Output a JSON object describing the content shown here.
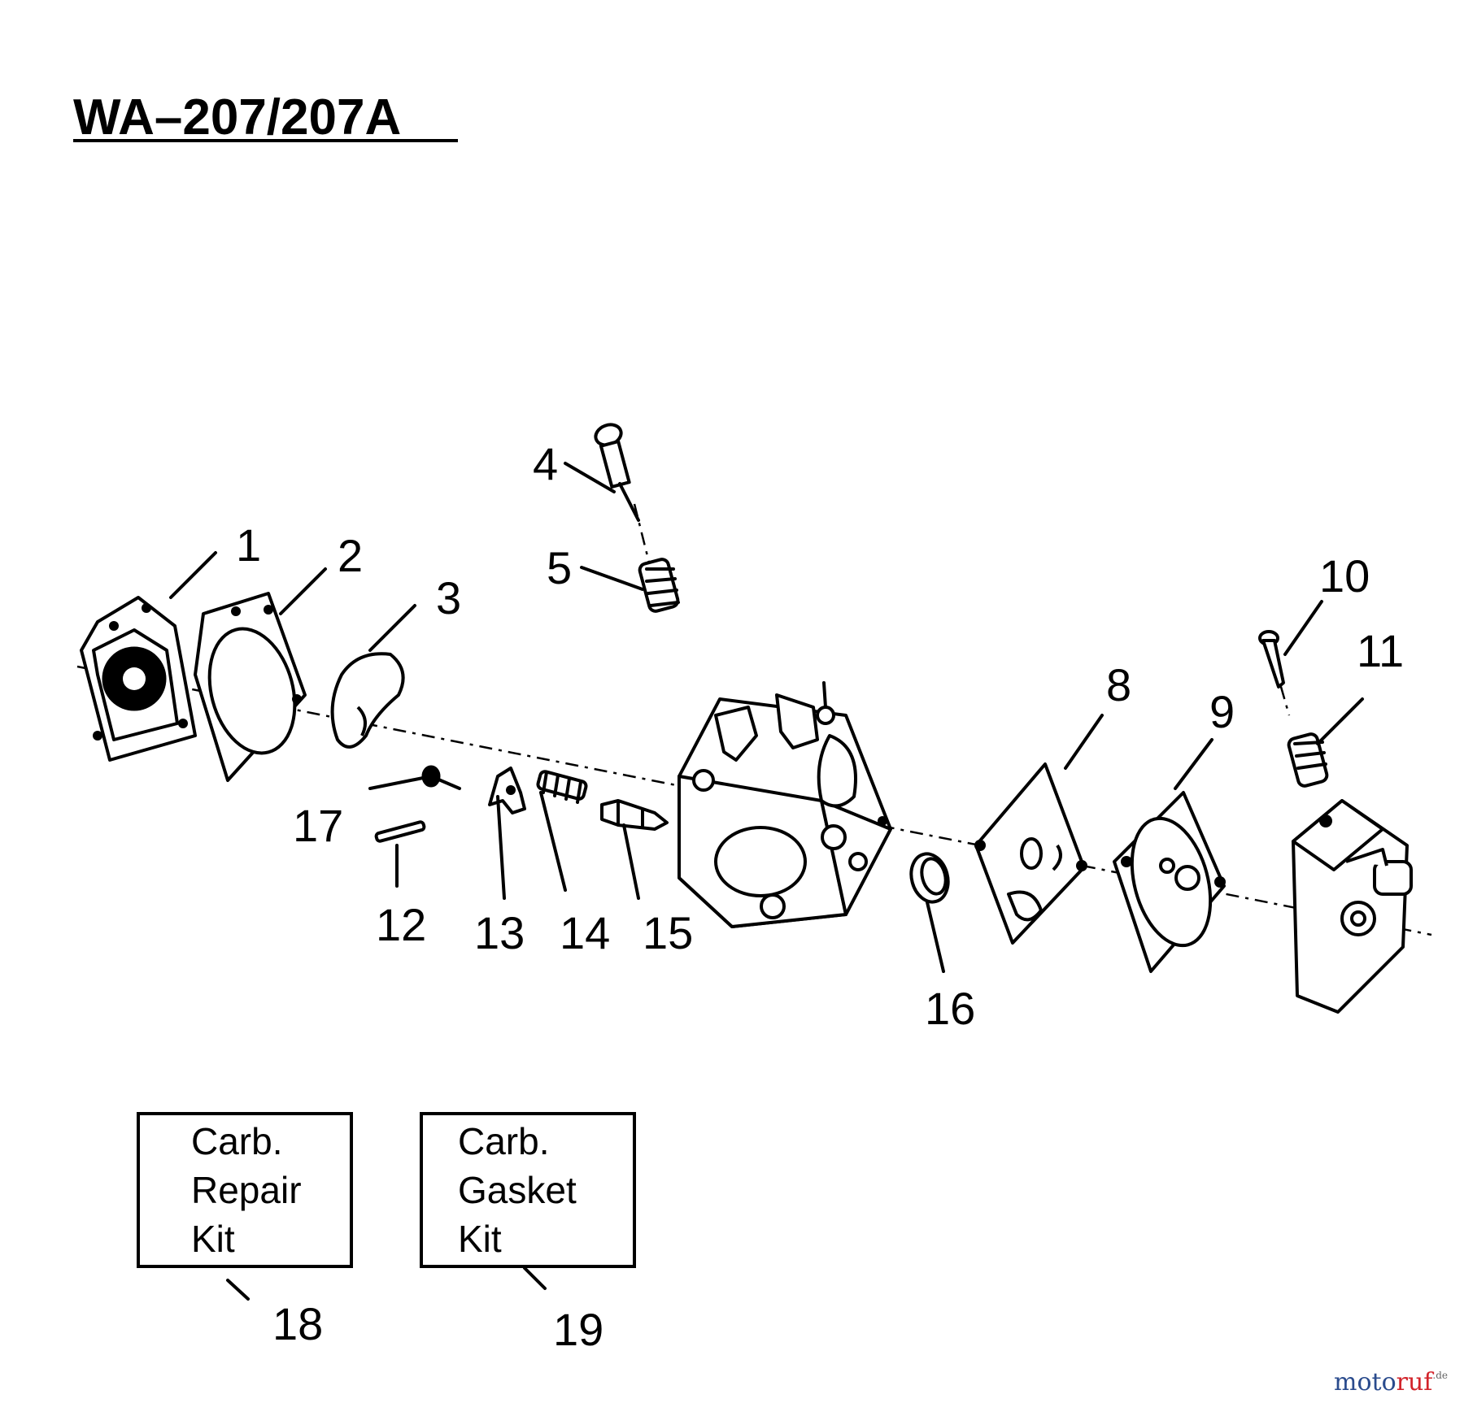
{
  "title": "WA–207/207A",
  "callouts": {
    "c1": "1",
    "c2": "2",
    "c3": "3",
    "c4": "4",
    "c5": "5",
    "c8": "8",
    "c9": "9",
    "c10": "10",
    "c11": "11",
    "c12": "12",
    "c13": "13",
    "c14": "14",
    "c15": "15",
    "c16": "16",
    "c17": "17",
    "c18": "18",
    "c19": "19"
  },
  "kits": {
    "repair": {
      "line1": "Carb.",
      "line2": "Repair",
      "line3": "Kit"
    },
    "gasket": {
      "line1": "Carb.",
      "line2": "Gasket",
      "line3": "Kit"
    }
  },
  "watermark": {
    "part_a": "moto",
    "part_b": "ruf",
    "suffix": ".de"
  }
}
